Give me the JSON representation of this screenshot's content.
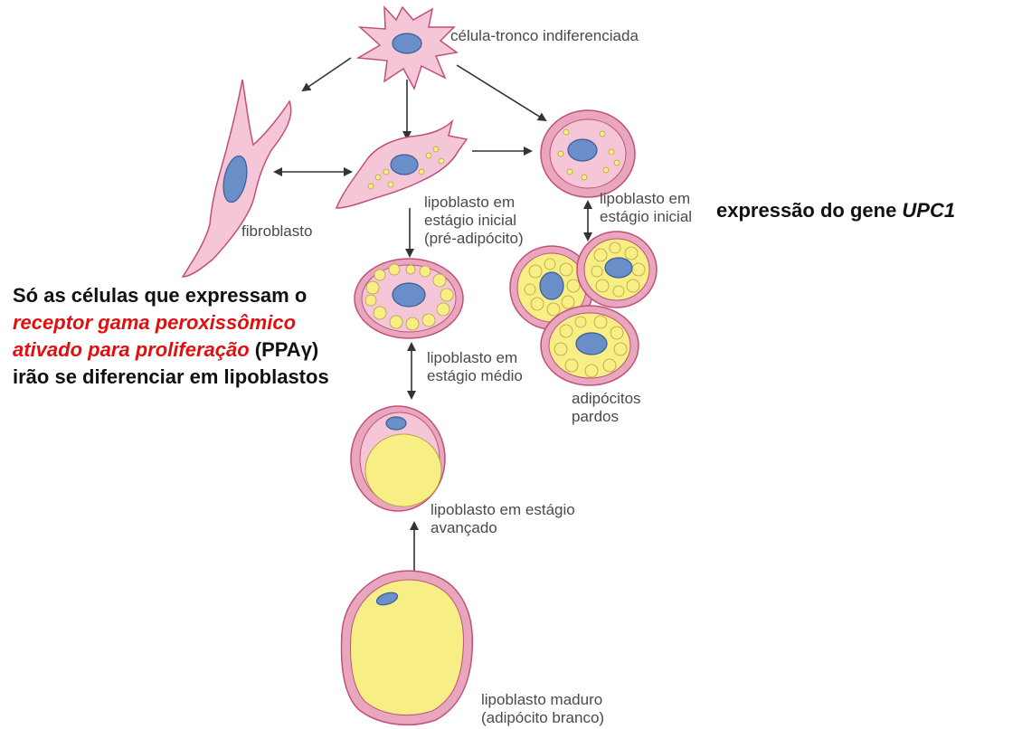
{
  "labels": {
    "stem_cell": "célula-tronco indiferenciada",
    "fibroblast": "fibroblasto",
    "early_lipoblast": [
      "lipoblasto em",
      "estágio inicial",
      "(pré-adipócito)"
    ],
    "brown_early_lipoblast": [
      "lipoblasto em",
      "estágio inicial"
    ],
    "mid_lipoblast": [
      "lipoblasto em",
      "estágio médio"
    ],
    "brown_adipocytes": [
      "adipócitos",
      "pardos"
    ],
    "advanced_lipoblast": [
      "lipoblasto em estágio",
      "avançado"
    ],
    "mature_lipoblast": [
      "lipoblasto maduro",
      "(adipócito branco)"
    ]
  },
  "notes": {
    "gene_prefix": "expressão do gene ",
    "gene_name": "UPC1",
    "ppar_line1": "Só as células que expressam  o",
    "ppar_line2": "receptor gama peroxissômico",
    "ppar_line3_red": "ativado para proliferação",
    "ppar_line3_rest": " (PPAγ)",
    "ppar_line4": "irão se diferenciar em lipoblastos"
  },
  "colors": {
    "cytoplasm": "#f5c6d8",
    "membrane": "#c24f78",
    "nucleus": "#6a8fc8",
    "lipid": "#f7ef86",
    "highlight_red": "#e01010"
  }
}
